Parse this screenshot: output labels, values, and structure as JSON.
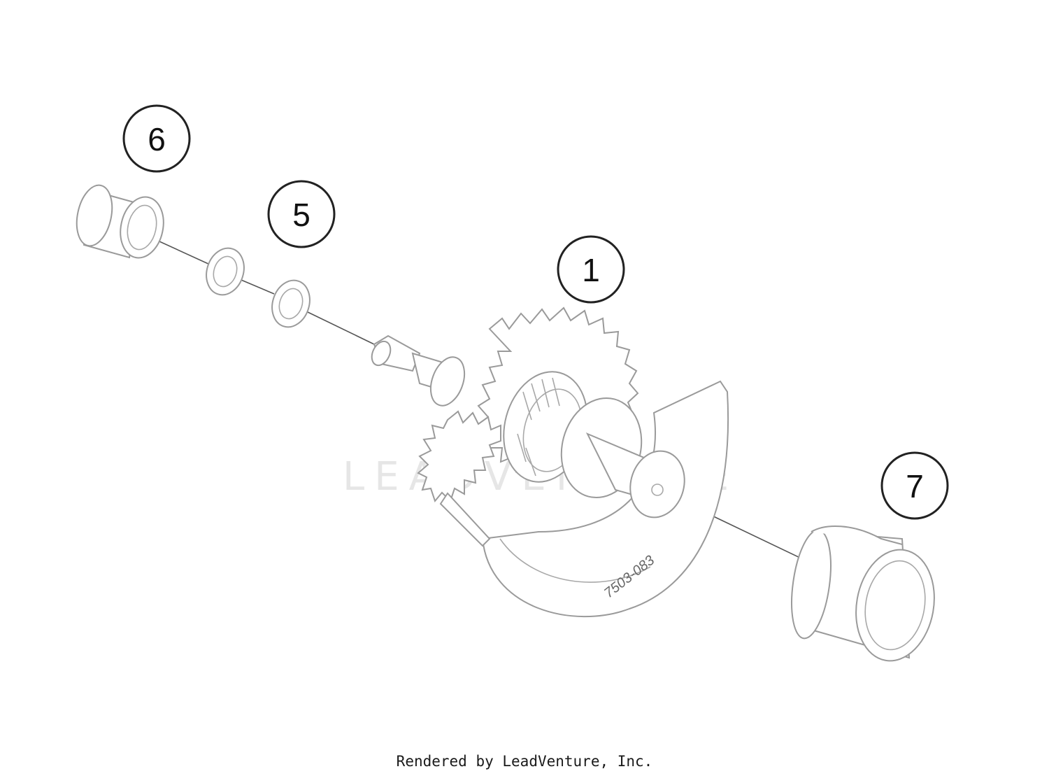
{
  "diagram": {
    "callouts": [
      {
        "id": "1",
        "label": "1"
      },
      {
        "id": "5",
        "label": "5"
      },
      {
        "id": "6",
        "label": "6"
      },
      {
        "id": "7",
        "label": "7"
      }
    ],
    "part_stamp": "7503-083",
    "watermark": "LEADVENTURE"
  },
  "footer": {
    "credit": "Rendered by LeadVenture, Inc."
  },
  "colors": {
    "line_art": "#9a9a9a",
    "callout_stroke": "#222222",
    "background": "#ffffff"
  }
}
